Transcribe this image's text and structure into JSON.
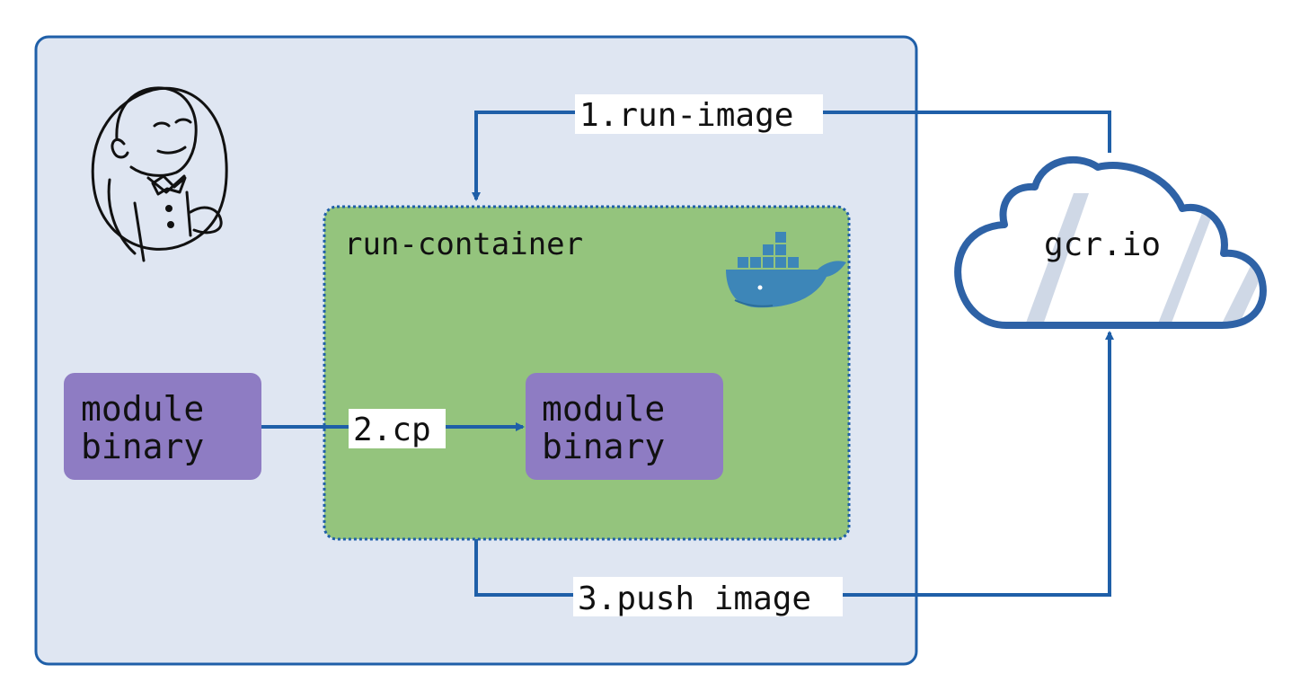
{
  "colors": {
    "outer_box_fill": "#dfe6f2",
    "outer_box_stroke": "#1f5fa8",
    "container_fill": "#94c47d",
    "container_stroke": "#1f5fa8",
    "module_fill": "#8e7cc3",
    "arrow": "#1f5fa8",
    "cloud_stroke": "#2e62a6",
    "cloud_stripes": "#cfd8e6",
    "docker_blue": "#3d86b8",
    "text": "#111111",
    "label_bg": "#ffffff"
  },
  "icons": {
    "jenkins": "jenkins-butler-icon",
    "docker": "docker-whale-icon",
    "cloud": "cloud-icon"
  },
  "nodes": {
    "container": {
      "label": "run-container"
    },
    "source_module": {
      "line1": "module",
      "line2": "binary"
    },
    "target_module": {
      "line1": "module",
      "line2": "binary"
    },
    "registry": {
      "label": "gcr.io"
    }
  },
  "edges": {
    "run_image": {
      "label": "1.run-image"
    },
    "cp": {
      "label": "2.cp"
    },
    "push_image": {
      "label": "3.push image"
    }
  }
}
